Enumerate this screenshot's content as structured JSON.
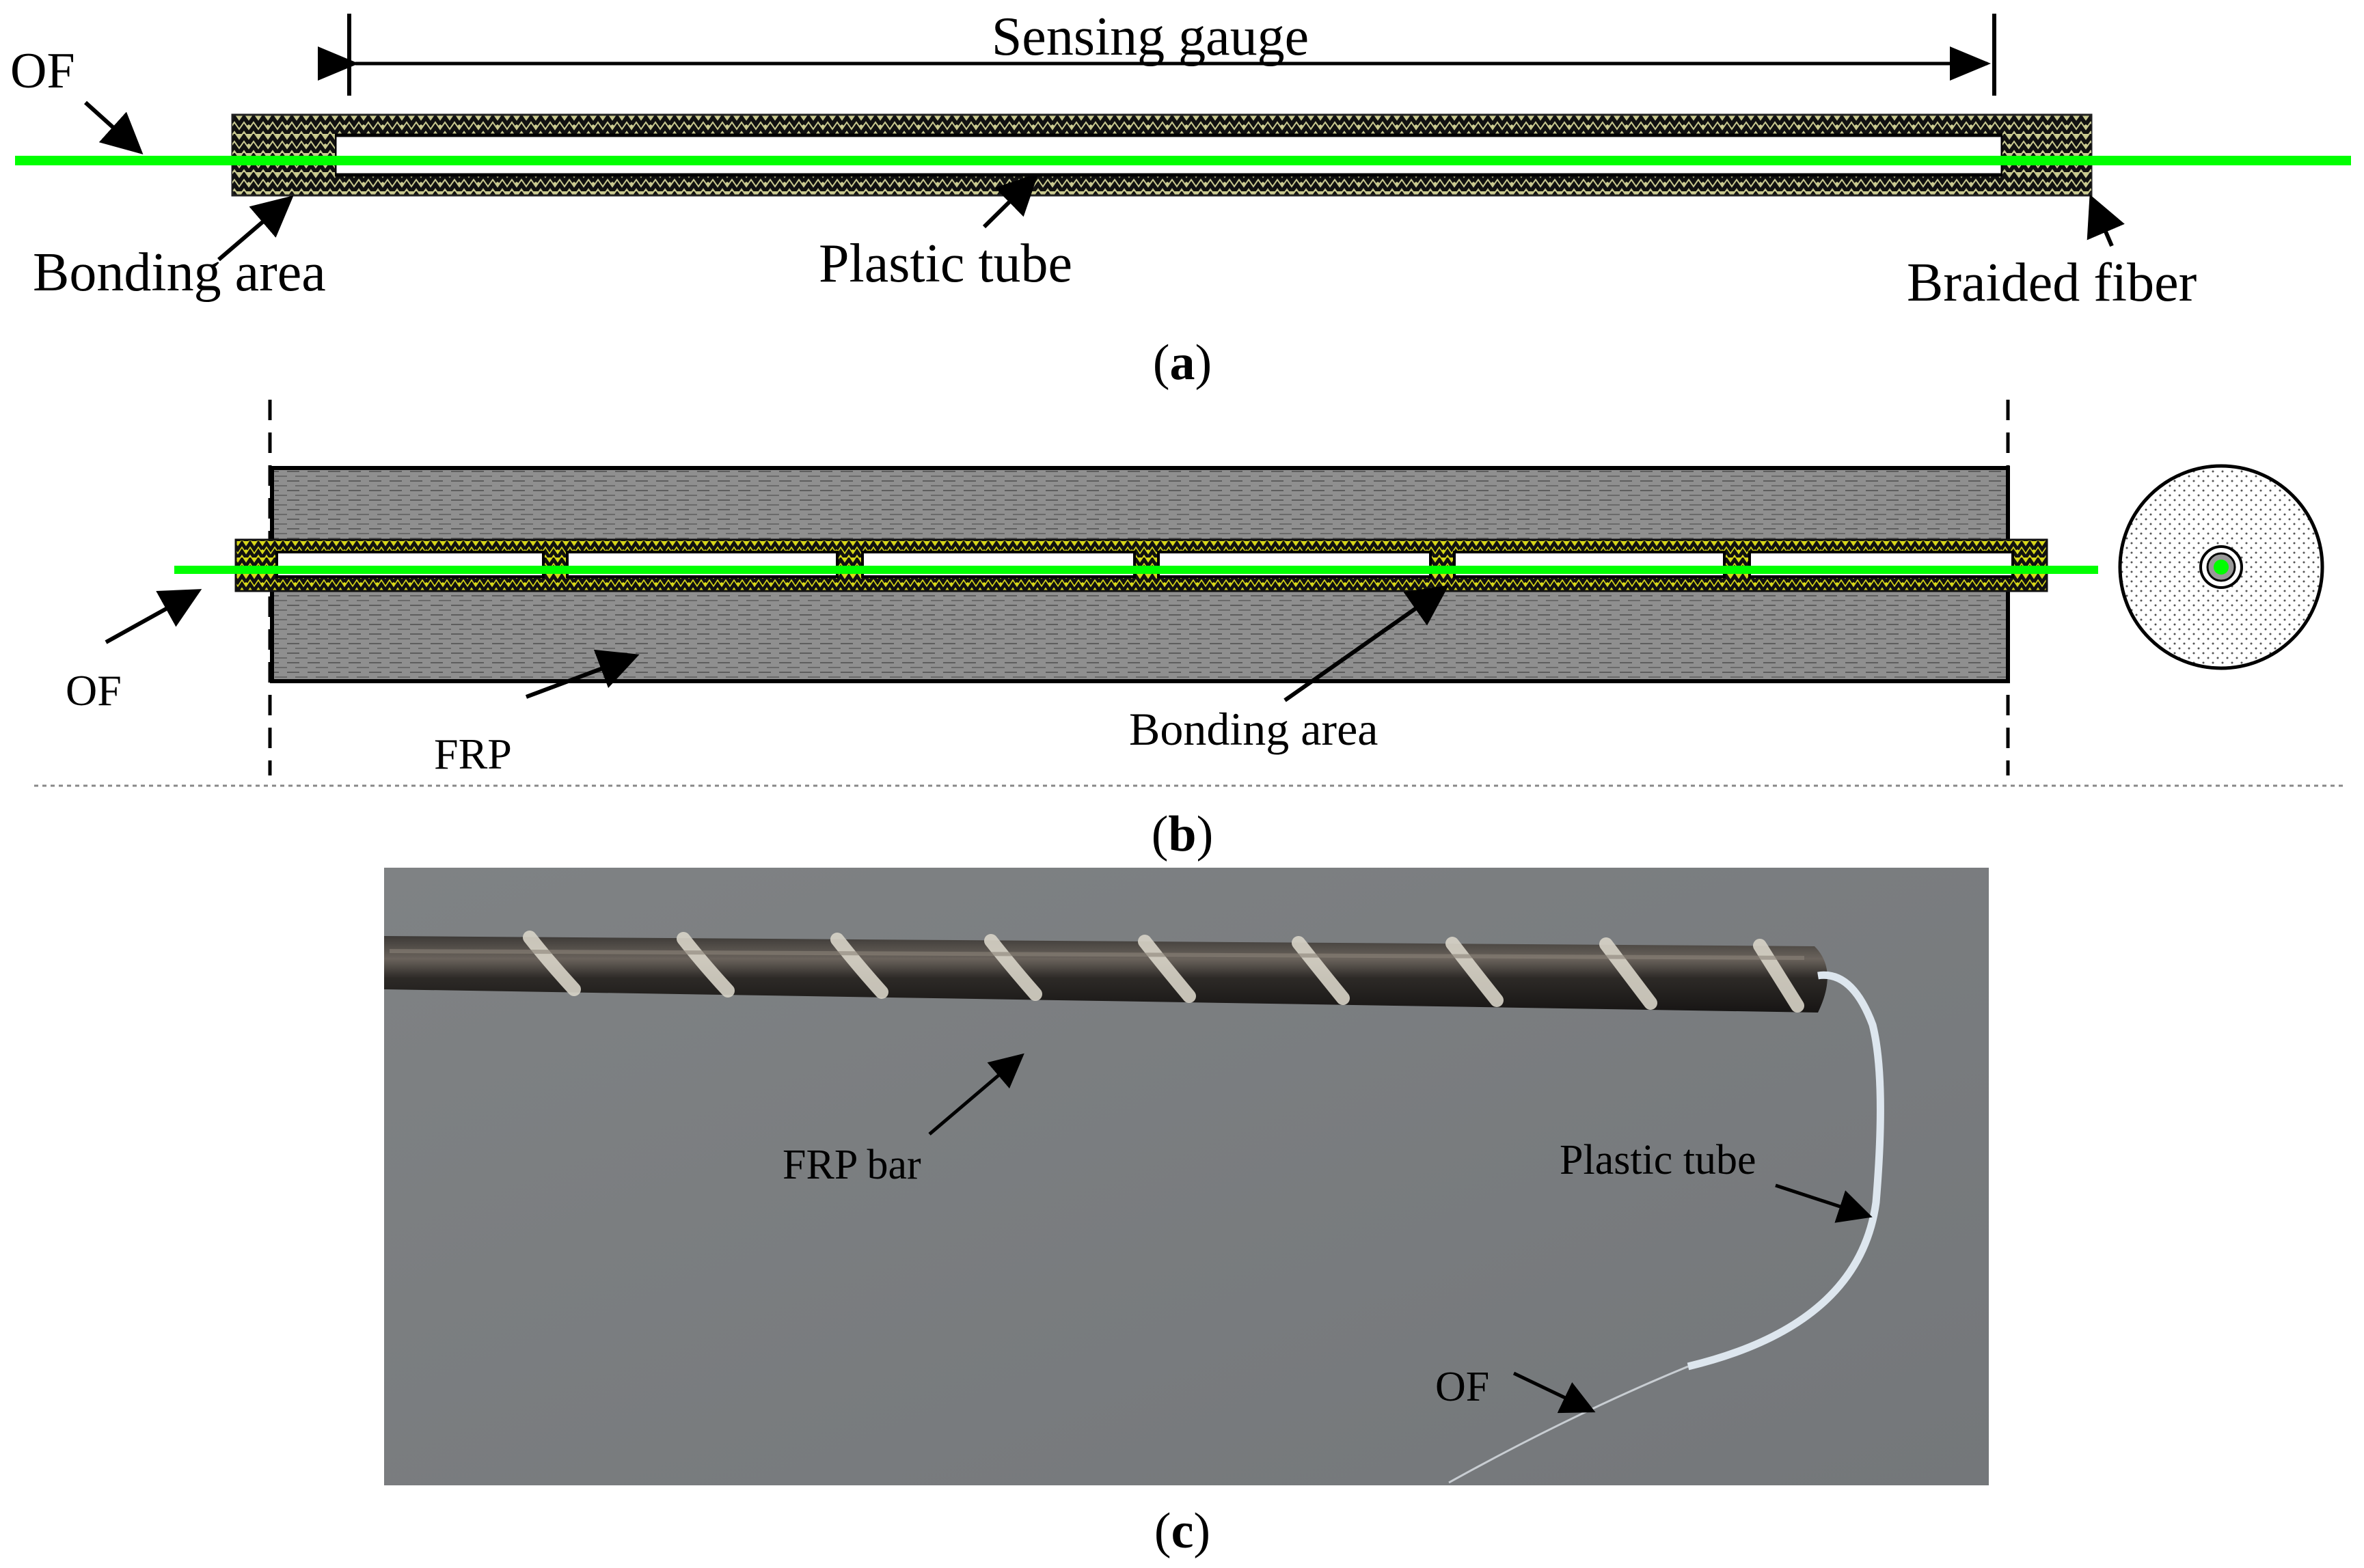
{
  "panel_a": {
    "sensing_gauge_label": "Sensing gauge",
    "of_label": "OF",
    "bonding_area_label": "Bonding area",
    "plastic_tube_label": "Plastic tube",
    "braided_fiber_label": "Braided fiber",
    "caption_letter": "a"
  },
  "panel_b": {
    "of_label": "OF",
    "frp_label": "FRP",
    "bonding_area_label": "Bonding area",
    "caption_letter": "b"
  },
  "panel_c": {
    "frp_bar_label": "FRP bar",
    "plastic_tube_label": "Plastic tube",
    "of_label": "OF",
    "caption_letter": "c"
  },
  "colors": {
    "optical_fiber": "#00ff00",
    "braided_fiber": "#c9c990",
    "frp_body": "#8c8c8c",
    "photo_background": "#7b7e80"
  }
}
